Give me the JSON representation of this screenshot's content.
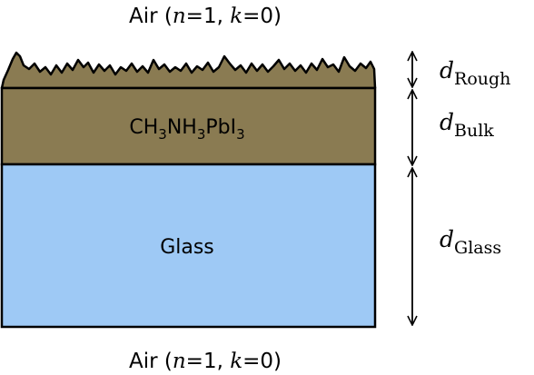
{
  "top_medium": {
    "prefix": "Air (",
    "n_sym": "n",
    "n_val": "=1, ",
    "k_sym": "k",
    "k_val": "=0)"
  },
  "bottom_medium": {
    "prefix": "Air (",
    "n_sym": "n",
    "n_val": "=1, ",
    "k_sym": "k",
    "k_val": "=0)"
  },
  "layers": {
    "perovskite": {
      "formula_parts": [
        "CH",
        "3",
        "NH",
        "3",
        "PbI",
        "3"
      ],
      "color": "#8a7b52"
    },
    "glass": {
      "label": "Glass",
      "color": "#9ec9f5"
    }
  },
  "thickness_labels": {
    "rough": {
      "symbol": "d",
      "subscript": "Rough"
    },
    "bulk": {
      "symbol": "d",
      "subscript": "Bulk"
    },
    "glass": {
      "symbol": "d",
      "subscript": "Glass"
    }
  }
}
